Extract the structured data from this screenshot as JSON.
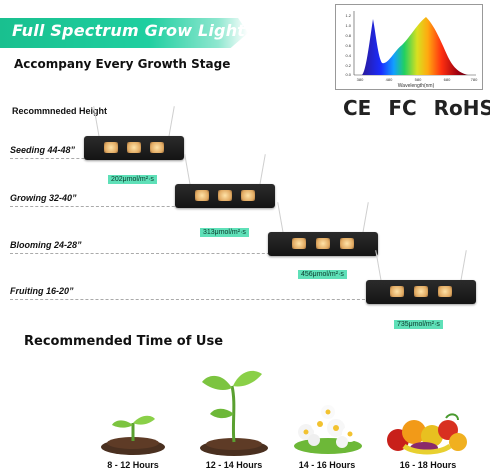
{
  "header": {
    "title": "Full Spectrum Grow Light",
    "subtitle": "Accompany Every Growth Stage"
  },
  "spectrum_chart": {
    "xlabel": "Wavelength(nm)",
    "y_ticks": [
      "1.2",
      "1.0",
      "0.8",
      "0.6",
      "0.4",
      "0.2",
      "0.0"
    ],
    "x_ticks": [
      "380",
      "480",
      "580",
      "680",
      "780"
    ]
  },
  "certifications": [
    "CE",
    "FC",
    "RoHS"
  ],
  "height_section": {
    "title": "Recommneded Height",
    "stages": [
      {
        "label": "Seeding 44-48”",
        "ppfd": "202μmol/m²·s"
      },
      {
        "label": "Growing 32-40”",
        "ppfd": "313μmol/m²·s"
      },
      {
        "label": "Blooming 24-28”",
        "ppfd": "456μmol/m²·s"
      },
      {
        "label": "Fruiting 16-20”",
        "ppfd": "735μmol/m²·s"
      }
    ]
  },
  "time_section": {
    "title": "Recommended Time of Use",
    "stages": [
      {
        "label": "8 - 12 Hours",
        "icon": "seedling-icon"
      },
      {
        "label": "12 - 14 Hours",
        "icon": "young-plant-icon"
      },
      {
        "label": "14 - 16 Hours",
        "icon": "flowers-icon"
      },
      {
        "label": "16 - 18 Hours",
        "icon": "fruits-icon"
      }
    ]
  },
  "colors": {
    "accent": "#1fcfa0",
    "ppfd_tag": "#5fe0b8"
  }
}
